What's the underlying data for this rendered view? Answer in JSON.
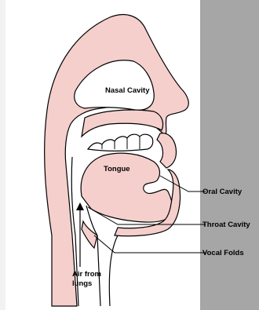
{
  "colors": {
    "tissue": "#f4cfcc",
    "outline": "#000000",
    "panel": "#a6a6a6",
    "background": "#ffffff"
  },
  "labels": {
    "nasal_cavity": "Nasal Cavity",
    "tongue": "Tongue",
    "oral_cavity": "Oral Cavity",
    "throat_cavity": "Throat Cavity",
    "vocal_folds": "Vocal Folds",
    "air_from_lungs_line1": "Air from",
    "air_from_lungs_line2": "lungs"
  }
}
